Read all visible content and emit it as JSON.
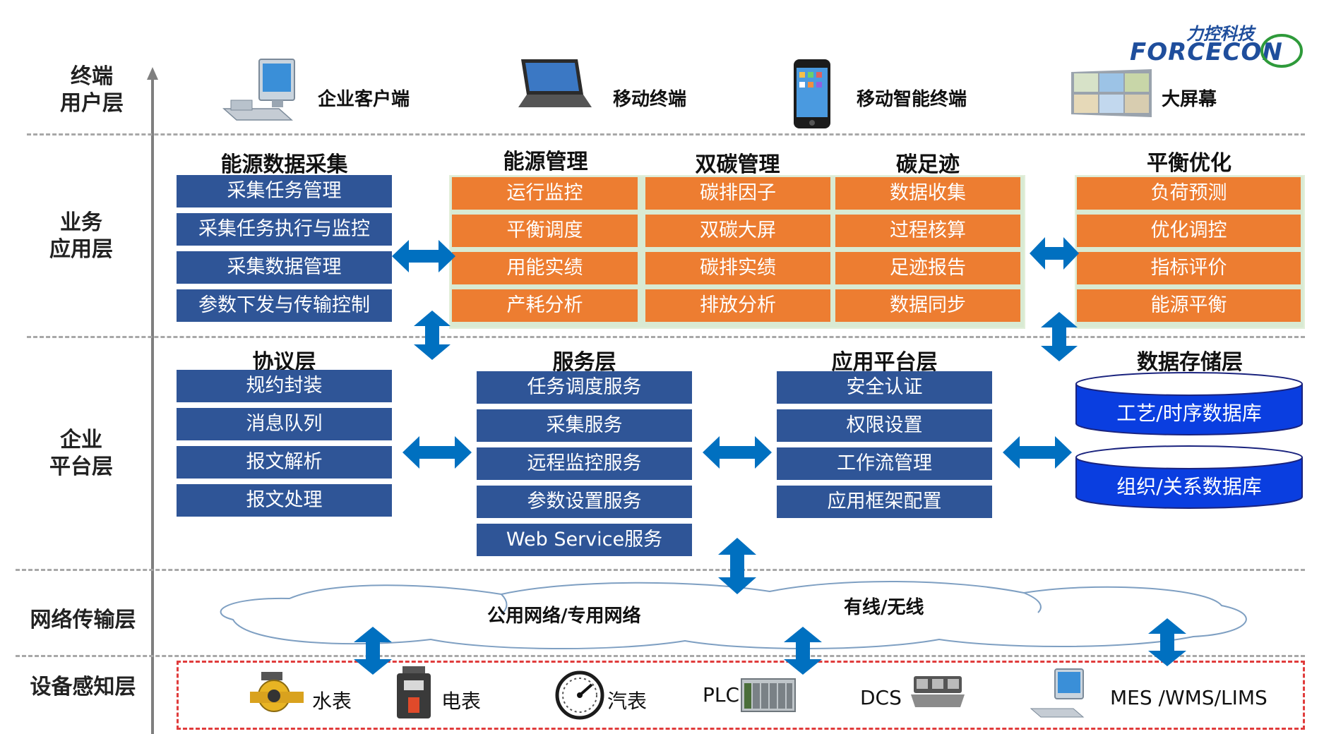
{
  "logo": {
    "cn": "力控科技",
    "en": "FORCECON"
  },
  "layers": {
    "terminal": "终端\n用户层",
    "business": "业务\n应用层",
    "platform": "企业\n平台层",
    "network": "网络传输层",
    "device": "设备感知层"
  },
  "terminals": [
    {
      "label": "企业客户端",
      "icon": "desktop-computer-icon"
    },
    {
      "label": "移动终端",
      "icon": "laptop-icon"
    },
    {
      "label": "移动智能终端",
      "icon": "smartphone-icon"
    },
    {
      "label": "大屏幕",
      "icon": "video-wall-icon"
    }
  ],
  "business": {
    "collection": {
      "title": "能源数据采集",
      "items": [
        "采集任务管理",
        "采集任务执行与监控",
        "采集数据管理",
        "参数下发与传输控制"
      ]
    },
    "energy": {
      "title": "能源管理",
      "items": [
        "运行监控",
        "平衡调度",
        "用能实绩",
        "产耗分析"
      ]
    },
    "dual_carbon": {
      "title": "双碳管理",
      "items": [
        "碳排因子",
        "双碳大屏",
        "碳排实绩",
        "排放分析"
      ]
    },
    "footprint": {
      "title": "碳足迹",
      "items": [
        "数据收集",
        "过程核算",
        "足迹报告",
        "数据同步"
      ]
    },
    "balance": {
      "title": "平衡优化",
      "items": [
        "负荷预测",
        "优化调控",
        "指标评价",
        "能源平衡"
      ]
    }
  },
  "platform": {
    "protocol": {
      "title": "协议层",
      "items": [
        "规约封装",
        "消息队列",
        "报文解析",
        "报文处理"
      ]
    },
    "service": {
      "title": "服务层",
      "items": [
        "任务调度服务",
        "采集服务",
        "远程监控服务",
        "参数设置服务",
        "Web Service服务"
      ]
    },
    "app_platform": {
      "title": "应用平台层",
      "items": [
        "安全认证",
        "权限设置",
        "工作流管理",
        "应用框架配置"
      ]
    },
    "storage": {
      "title": "数据存储层",
      "items": [
        "工艺/时序数据库",
        "组织/关系数据库"
      ]
    }
  },
  "network": {
    "left": "公用网络/专用网络",
    "right": "有线/无线"
  },
  "devices": [
    {
      "label": "水表",
      "icon": "water-meter-icon"
    },
    {
      "label": "电表",
      "icon": "electric-meter-icon"
    },
    {
      "label": "汽表",
      "icon": "steam-gauge-icon"
    },
    {
      "label": "PLC",
      "icon": "plc-rack-icon"
    },
    {
      "label": "DCS",
      "icon": "dcs-console-icon"
    },
    {
      "label": "MES /WMS/LIMS",
      "icon": "computer-icon"
    }
  ],
  "colors": {
    "blue_box": "#2f5597",
    "orange_box": "#ed7d31",
    "arrow": "#0070c0",
    "db": "#0a3ee0",
    "device_border": "#e03c3c"
  }
}
